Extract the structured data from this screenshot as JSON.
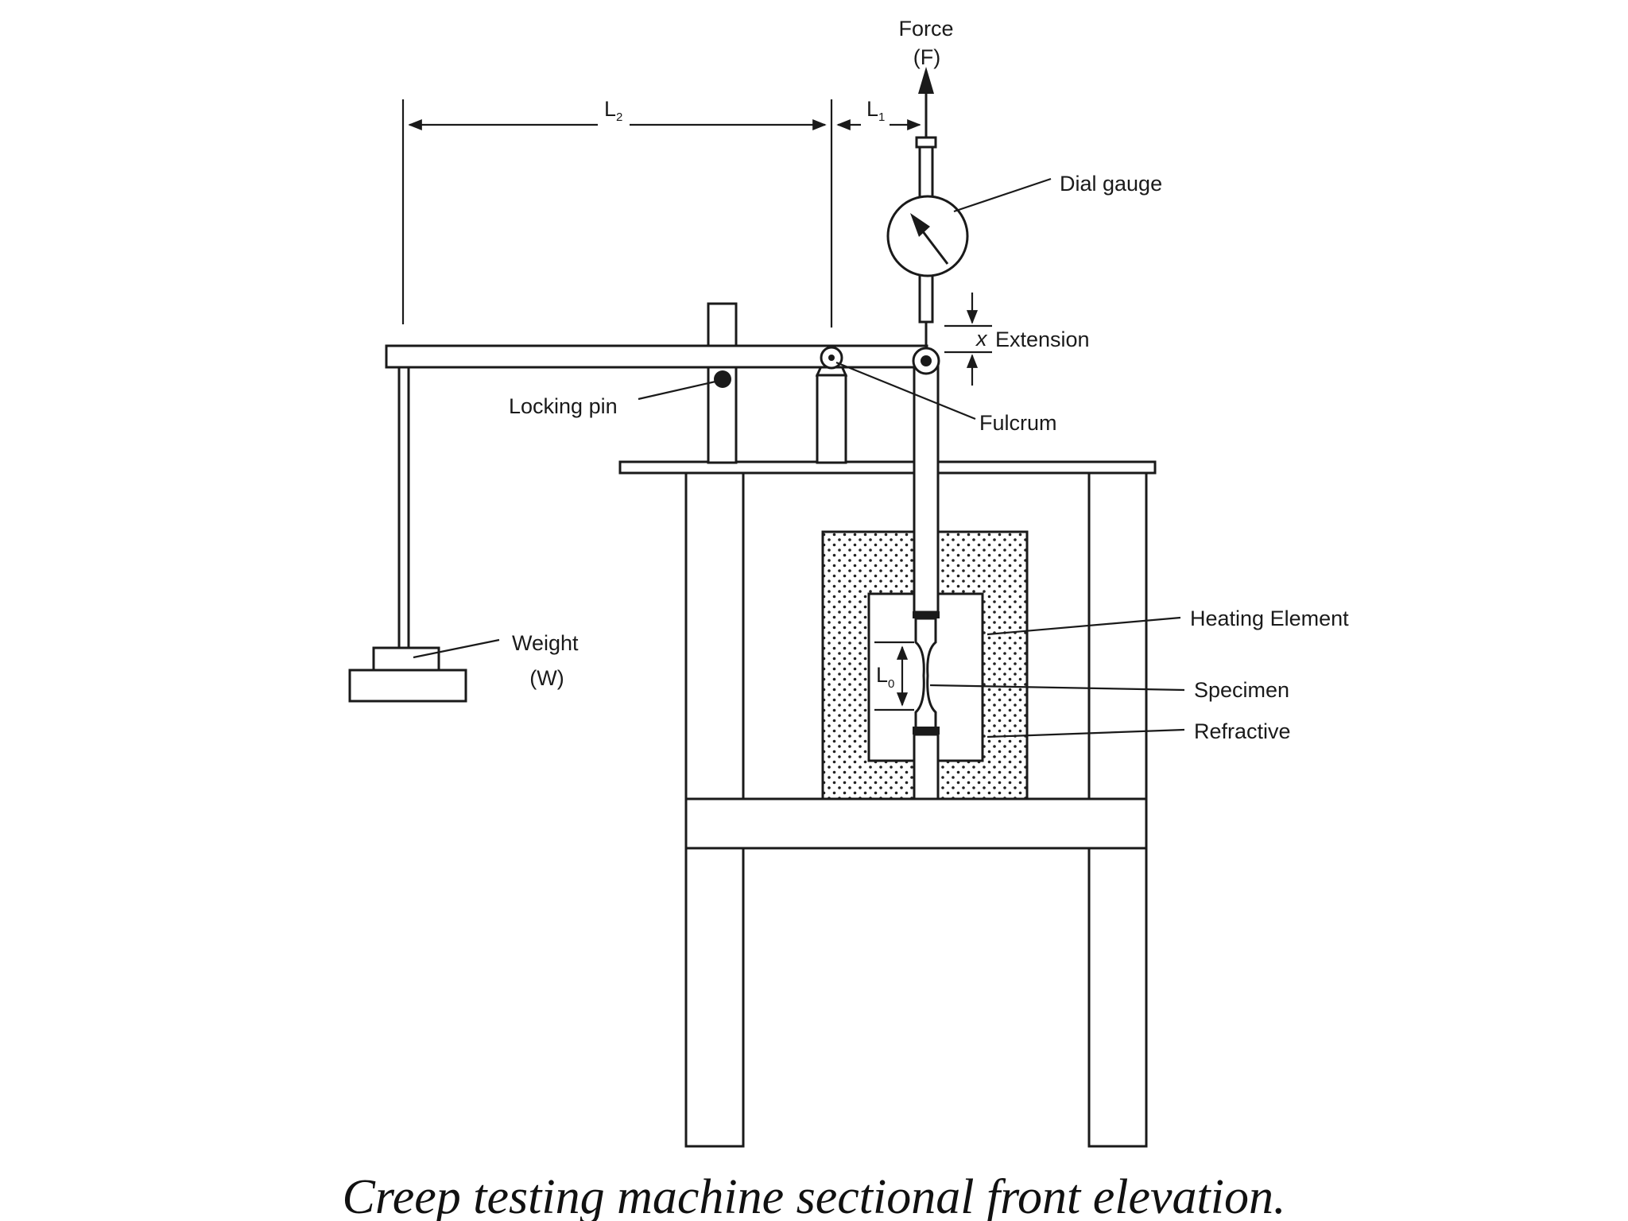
{
  "diagram": {
    "labels": {
      "force": "Force",
      "force_symbol": "(F)",
      "l2": "L",
      "l2_sub": "2",
      "l1": "L",
      "l1_sub": "1",
      "dial_gauge": "Dial gauge",
      "extension_symbol": "x",
      "extension": "Extension",
      "locking_pin": "Locking pin",
      "fulcrum": "Fulcrum",
      "heating_element": "Heating Element",
      "specimen": "Specimen",
      "refractive": "Refractive",
      "l0": "L",
      "l0_sub": "0",
      "weight": "Weight",
      "weight_symbol": "(W)"
    },
    "caption": "Creep testing machine sectional front elevation."
  }
}
